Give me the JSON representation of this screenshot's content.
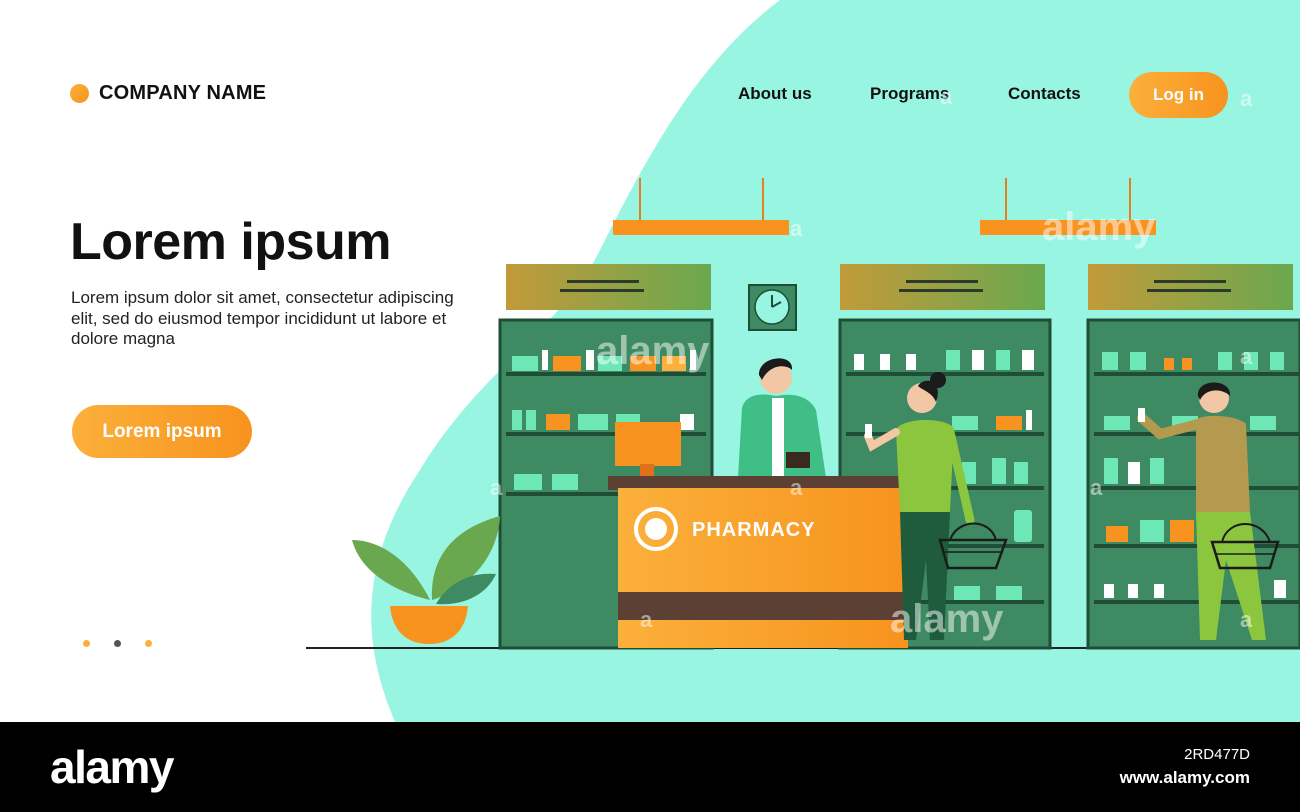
{
  "brand": {
    "name": "COMPANY NAME"
  },
  "nav": {
    "items": [
      "About us",
      "Programs",
      "Contacts"
    ],
    "login_label": "Log in"
  },
  "hero": {
    "title": "Lorem ipsum",
    "body": "Lorem ipsum dolor sit amet, consectetur adipiscing elit, sed do eiusmod tempor incididunt ut labore et dolore magna",
    "cta_label": "Lorem ipsum"
  },
  "illustration": {
    "counter_sign": "PHARMACY"
  },
  "slider": {
    "dot_count": 3,
    "active_index": 1
  },
  "watermark": {
    "text": "alamy",
    "mark": "a"
  },
  "footer": {
    "logo": "alamy",
    "image_id": "2RD477D",
    "url": "www.alamy.com"
  },
  "colors": {
    "mint": "#98f5e1",
    "orange": "#f7931e",
    "orange_light": "#fbb03b",
    "shelf": "#3e8a62",
    "shelf_dark": "#2f6b4c",
    "text": "#111111"
  }
}
